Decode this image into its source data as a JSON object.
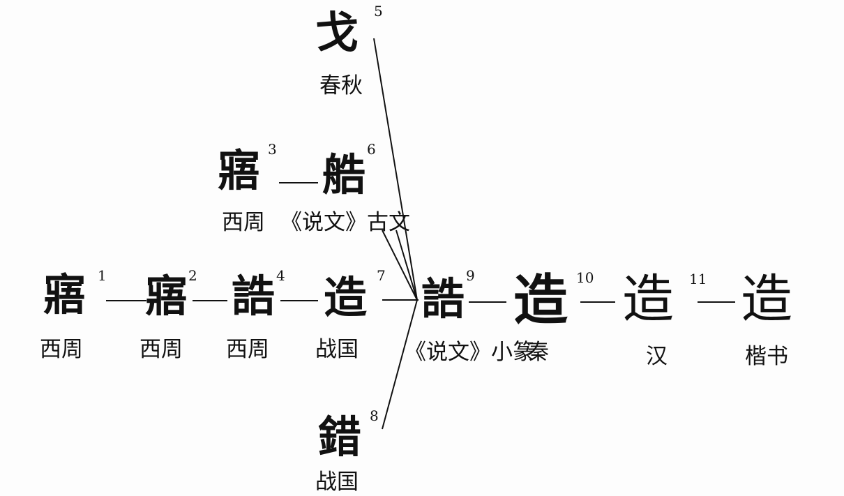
{
  "forms": [
    {
      "id": "f1",
      "char": "寤",
      "num": "1",
      "period": "西周"
    },
    {
      "id": "f2",
      "char": "寤",
      "num": "2",
      "period": "西周"
    },
    {
      "id": "f3",
      "char": "寤",
      "num": "3",
      "period": "西周"
    },
    {
      "id": "f4",
      "char": "誥",
      "num": "4",
      "period": "西周"
    },
    {
      "id": "f5",
      "char": "戈",
      "num": "5",
      "period": "春秋"
    },
    {
      "id": "f6",
      "char": "艁",
      "num": "6",
      "period": "《说文》古文"
    },
    {
      "id": "f7",
      "char": "造",
      "num": "7",
      "period": "战国"
    },
    {
      "id": "f8",
      "char": "錯",
      "num": "8",
      "period": "战国"
    },
    {
      "id": "f9",
      "char": "誥",
      "num": "9",
      "period": "《说文》小篆"
    },
    {
      "id": "f10",
      "char": "造",
      "num": "10",
      "period": "秦"
    },
    {
      "id": "f11",
      "char": "造",
      "num": "11",
      "period": "汉"
    },
    {
      "id": "f12",
      "char": "造",
      "num": "",
      "period": "楷书"
    }
  ]
}
